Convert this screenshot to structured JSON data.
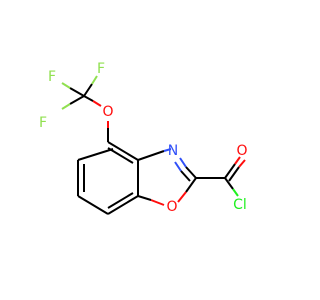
{
  "molecule": {
    "colors": {
      "bond": "#000000",
      "oxygen": "#ff0d0d",
      "nitrogen": "#3050f8",
      "fluorine": "#90e050",
      "chlorine": "#1ff01f"
    },
    "atoms": {
      "f_top": {
        "label": "F",
        "color": "#90e050"
      },
      "f_left_top": {
        "label": "F",
        "color": "#90e050"
      },
      "f_left_bottom": {
        "label": "F",
        "color": "#90e050"
      },
      "o_ether": {
        "label": "O",
        "color": "#ff0d0d"
      },
      "n_ring": {
        "label": "N",
        "color": "#3050f8"
      },
      "o_ring": {
        "label": "O",
        "color": "#ff0d0d"
      },
      "o_carbonyl": {
        "label": "O",
        "color": "#ff0d0d"
      },
      "cl": {
        "label": "Cl",
        "color": "#1ff01f"
      }
    }
  }
}
